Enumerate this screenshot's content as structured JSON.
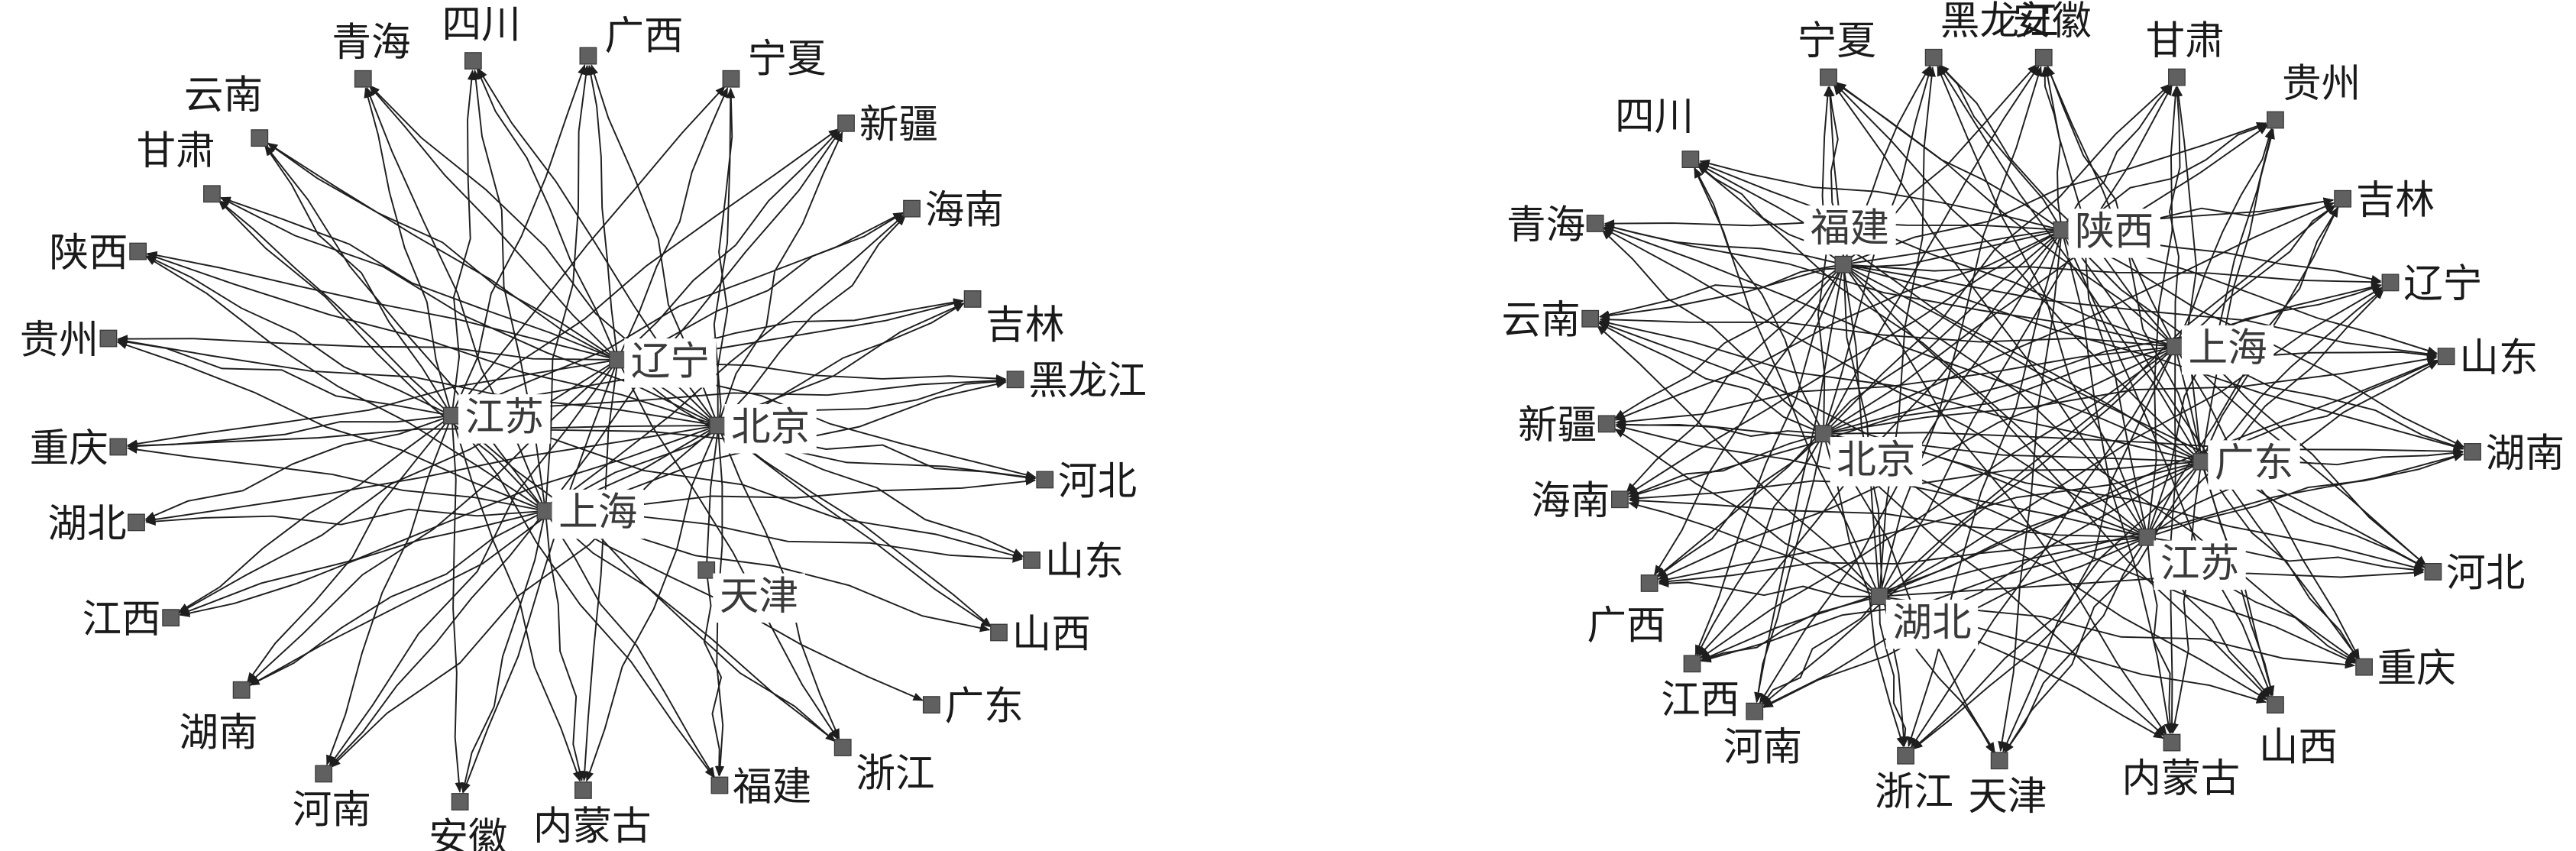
{
  "figure": {
    "type": "directed-network",
    "panels": [
      {
        "id": "left",
        "center_nodes": [
          "辽宁",
          "江苏",
          "北京",
          "上海",
          "天津"
        ],
        "outer_nodes": [
          "青海",
          "四川",
          "广西",
          "宁夏",
          "新疆",
          "海南",
          "吉林",
          "黑龙江",
          "河北",
          "山东",
          "山西",
          "广东",
          "浙江",
          "福建",
          "内蒙古",
          "安徽",
          "河南",
          "湖南",
          "江西",
          "湖北",
          "重庆",
          "贵州",
          "陕西",
          "甘肃",
          "云南"
        ],
        "edges_from_centers": {
          "辽宁": [
            "青海",
            "四川",
            "广西",
            "宁夏",
            "新疆",
            "海南",
            "吉林",
            "黑龙江",
            "河北",
            "山西",
            "浙江",
            "内蒙古",
            "安徽",
            "河南",
            "湖南",
            "江西",
            "重庆",
            "贵州",
            "陕西",
            "甘肃",
            "云南"
          ],
          "江苏": [
            "青海",
            "四川",
            "广西",
            "宁夏",
            "新疆",
            "海南",
            "吉林",
            "黑龙江",
            "河北",
            "山东",
            "浙江",
            "福建",
            "内蒙古",
            "安徽",
            "河南",
            "湖南",
            "江西",
            "湖北",
            "重庆",
            "贵州",
            "陕西",
            "甘肃",
            "云南"
          ],
          "北京": [
            "青海",
            "四川",
            "广西",
            "宁夏",
            "新疆",
            "海南",
            "吉林",
            "黑龙江",
            "河北",
            "山东",
            "山西",
            "浙江",
            "福建",
            "内蒙古",
            "河南",
            "湖南",
            "江西",
            "湖北",
            "重庆",
            "贵州",
            "陕西",
            "甘肃",
            "云南"
          ],
          "上海": [
            "青海",
            "四川",
            "广西",
            "新疆",
            "海南",
            "吉林",
            "黑龙江",
            "河北",
            "山东",
            "山西",
            "广东",
            "浙江",
            "福建",
            "内蒙古",
            "安徽",
            "河南",
            "湖南",
            "江西",
            "湖北",
            "重庆",
            "贵州",
            "陕西",
            "甘肃",
            "云南"
          ],
          "天津": [
            "宁夏",
            "福建"
          ]
        }
      },
      {
        "id": "right",
        "center_nodes": [
          "福建",
          "陕西",
          "上海",
          "北京",
          "广东",
          "江苏",
          "湖北"
        ],
        "outer_nodes": [
          "宁夏",
          "黑龙江",
          "安徽",
          "甘肃",
          "贵州",
          "吉林",
          "辽宁",
          "山东",
          "湖南",
          "河北",
          "重庆",
          "山西",
          "内蒙古",
          "天津",
          "浙江",
          "河南",
          "江西",
          "广西",
          "海南",
          "新疆",
          "云南",
          "青海",
          "四川"
        ],
        "edges_from_centers": {
          "福建": [
            "宁夏",
            "黑龙江",
            "安徽",
            "贵州",
            "吉林",
            "辽宁",
            "山东",
            "湖南",
            "河北",
            "重庆",
            "山西",
            "内蒙古",
            "浙江",
            "河南",
            "江西",
            "广西",
            "海南",
            "新疆",
            "云南",
            "青海",
            "四川"
          ],
          "陕西": [
            "宁夏",
            "黑龙江",
            "安徽",
            "甘肃",
            "贵州",
            "吉林",
            "辽宁",
            "山东",
            "湖南",
            "河北",
            "重庆",
            "山西",
            "内蒙古",
            "天津",
            "浙江",
            "河南",
            "江西",
            "广西",
            "海南",
            "新疆",
            "云南",
            "青海",
            "四川"
          ],
          "上海": [
            "宁夏",
            "黑龙江",
            "安徽",
            "甘肃",
            "贵州",
            "吉林",
            "辽宁",
            "山东",
            "湖南",
            "河北",
            "重庆",
            "山西",
            "内蒙古",
            "天津",
            "浙江",
            "河南",
            "江西",
            "广西",
            "海南",
            "新疆",
            "云南",
            "青海",
            "四川"
          ],
          "北京": [
            "宁夏",
            "黑龙江",
            "安徽",
            "甘肃",
            "贵州",
            "吉林",
            "辽宁",
            "山东",
            "湖南",
            "河北",
            "重庆",
            "山西",
            "内蒙古",
            "天津",
            "浙江",
            "河南",
            "江西",
            "广西",
            "海南",
            "新疆",
            "云南",
            "青海",
            "四川"
          ],
          "广东": [
            "宁夏",
            "黑龙江",
            "安徽",
            "甘肃",
            "贵州",
            "吉林",
            "辽宁",
            "山东",
            "湖南",
            "河北",
            "重庆",
            "山西",
            "内蒙古",
            "天津",
            "浙江",
            "河南",
            "江西",
            "广西",
            "海南",
            "新疆",
            "云南",
            "青海",
            "四川"
          ],
          "江苏": [
            "宁夏",
            "黑龙江",
            "安徽",
            "甘肃",
            "贵州",
            "吉林",
            "辽宁",
            "山东",
            "湖南",
            "河北",
            "重庆",
            "山西",
            "内蒙古",
            "天津",
            "浙江",
            "河南",
            "江西",
            "广西",
            "海南",
            "新疆",
            "云南",
            "青海",
            "四川"
          ],
          "湖北": [
            "宁夏",
            "黑龙江",
            "安徽",
            "甘肃",
            "吉林",
            "辽宁",
            "山东",
            "湖南",
            "河北",
            "重庆",
            "山西",
            "内蒙古",
            "天津",
            "浙江",
            "河南",
            "江西",
            "广西",
            "海南",
            "新疆",
            "云南",
            "四川"
          ]
        }
      }
    ]
  },
  "colors": {
    "node_fill": "#606060",
    "edge": "#1e1e1e",
    "label": "#1a1a1a",
    "background": "#ffffff"
  }
}
